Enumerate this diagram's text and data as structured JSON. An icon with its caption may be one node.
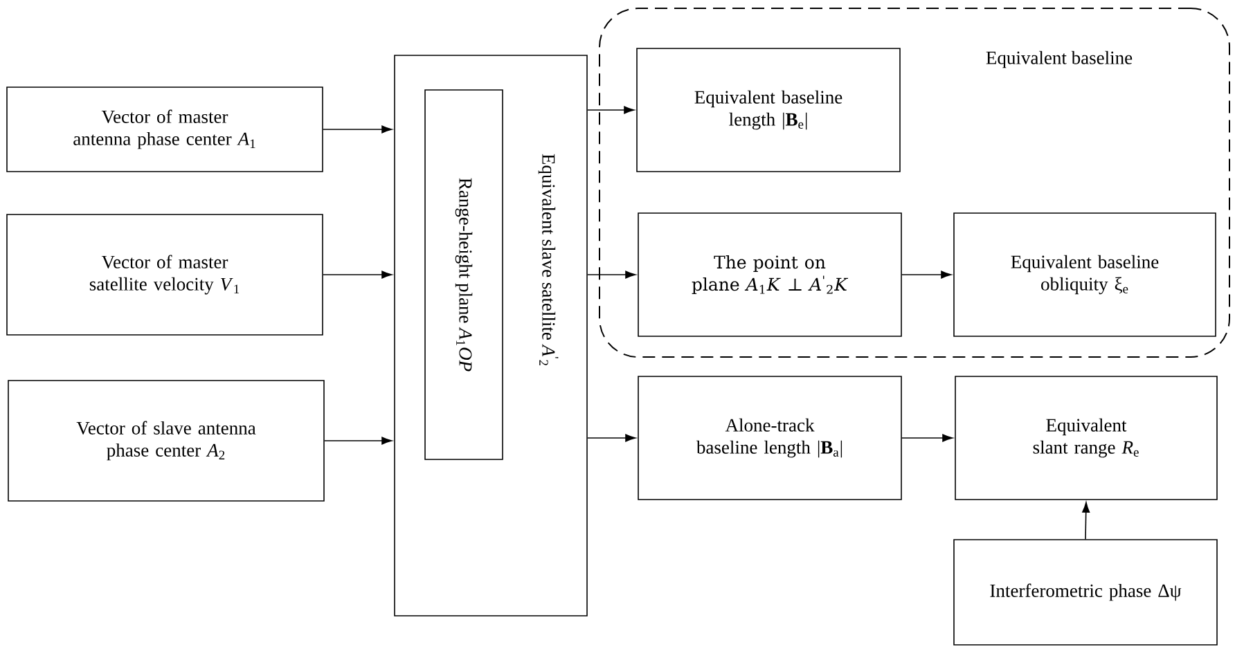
{
  "diagram": {
    "nodes": [
      {
        "text": [
          "Vector of master antenna phase center *A*$_{1}$"
        ]
      },
      {
        "text": [
          "Vector of master satellite velocity *V*$_{1}$"
        ]
      },
      {
        "text": [
          "Vector of slave antenna phase center *A*$_{2}$"
        ]
      },
      {
        "text": [
          "Equivalent slave satellite *A*$^{'}$$_{2}$"
        ]
      },
      {
        "text": [
          "Range-height plane *A*$_{1}$*OP*"
        ],
        "in": 3
      },
      {
        "text": [
          "Equivalent baseline"
        ]
      },
      {
        "text": [
          "Equivalent baseline length |**B**$_{e}$|"
        ],
        "in": 5
      },
      {
        "text": [
          "The point on plane *A*$_{1}$*K* ⊥ *A*$^{'}$$_{2}$*K*"
        ],
        "in": 5
      },
      {
        "text": [
          "Equivalent baseline obliquity ξ$_{e}$"
        ],
        "in": 5
      },
      {
        "text": [
          "Alone-track baseline length |**B**$_{a}$|"
        ]
      },
      {
        "text": [
          "Equivalent slant range *R*$_{e}$"
        ]
      },
      {
        "text": [
          "Interferometric phase Δψ"
        ]
      }
    ],
    "edges": [
      {
        "from": 0,
        "to": 3,
        "arrow": "to"
      },
      {
        "from": 1,
        "to": 3,
        "arrow": "to"
      },
      {
        "from": 2,
        "to": 3,
        "arrow": "to"
      },
      {
        "from": 3,
        "to": 6,
        "arrow": "to"
      },
      {
        "from": 3,
        "to": 7,
        "arrow": "to"
      },
      {
        "from": 3,
        "to": 9,
        "arrow": "to"
      },
      {
        "from": 7,
        "to": 8,
        "arrow": "to"
      },
      {
        "from": 9,
        "to": 10,
        "arrow": "to"
      },
      {
        "from": 11,
        "to": 10,
        "arrow": "to"
      }
    ]
  }
}
